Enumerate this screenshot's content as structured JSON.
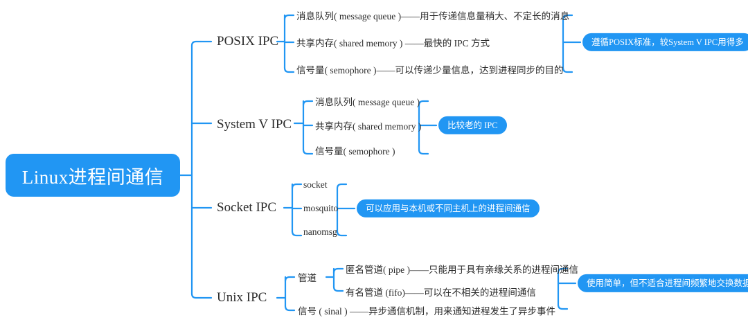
{
  "diagram": {
    "title": "Linux进程间通信",
    "type": "mind-map",
    "accent_color": "#2196f3",
    "text_color": "#2b2b2b",
    "background_color": "#ffffff"
  },
  "root": {
    "label": "Linux进程间通信"
  },
  "branches": [
    {
      "id": "posix",
      "label": "POSIX IPC",
      "badge": "遵循POSIX标准，较System V IPC用得多",
      "leaves": [
        "消息队列( message queue )——用于传递信息量稍大、不定长的消息",
        "共享内存( shared memory ) ——最快的 IPC 方式",
        "信号量( semophore )——可以传递少量信息，达到进程同步的目的"
      ]
    },
    {
      "id": "systemv",
      "label": "System V IPC",
      "badge": "比较老的 IPC",
      "leaves": [
        "消息队列( message queue )",
        "共享内存( shared memory )",
        "信号量( semophore )"
      ]
    },
    {
      "id": "socket",
      "label": "Socket IPC",
      "badge": "可以应用与本机或不同主机上的进程间通信",
      "leaves": [
        "socket",
        "mosquito",
        "nanomsg"
      ]
    },
    {
      "id": "unix",
      "label": "Unix IPC",
      "badge": "使用简单，但不适合进程间频繁地交换数据",
      "subgroup": {
        "label": "管道",
        "leaves": [
          "匿名管道( pipe )——只能用于具有亲缘关系的进程间通信",
          "有名管道 (fifo)——可以在不相关的进程间通信"
        ]
      },
      "leaves": [
        "信号 ( sinal ) ——异步通信机制，用来通知进程发生了异步事件"
      ]
    }
  ]
}
